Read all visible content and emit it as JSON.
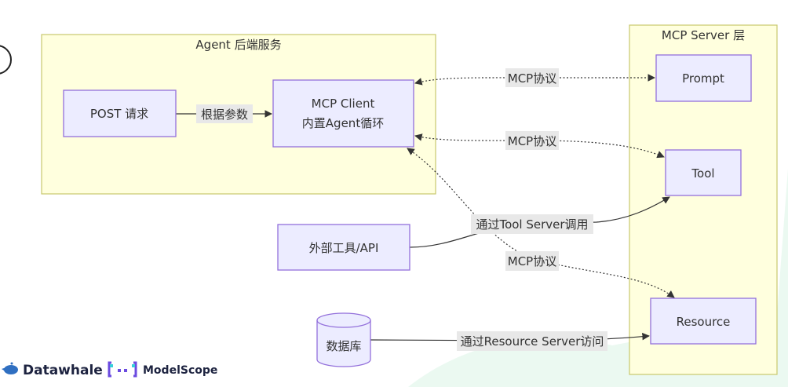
{
  "subgraphs": {
    "agent": {
      "title": "Agent 后端服务"
    },
    "mcp_server": {
      "title": "MCP Server 层"
    }
  },
  "nodes": {
    "post": "POST 请求",
    "client_line1": "MCP Client",
    "client_line2": "内置Agent循环",
    "prompt": "Prompt",
    "tool": "Tool",
    "resource": "Resource",
    "external": "外部工具/API",
    "database": "数据库"
  },
  "edges": {
    "post_to_client": "根据参数",
    "client_prompt": "MCP协议",
    "client_tool": "MCP协议",
    "client_resource": "MCP协议",
    "external_tool": "通过Tool Server调用",
    "db_resource": "通过Resource Server访问"
  },
  "branding": {
    "datawhale": "Datawhale",
    "modelscope": "ModelScope"
  },
  "colors": {
    "node_fill": "#ECECFF",
    "node_stroke": "#9370DB",
    "cluster_fill": "#FFFFDE"
  }
}
